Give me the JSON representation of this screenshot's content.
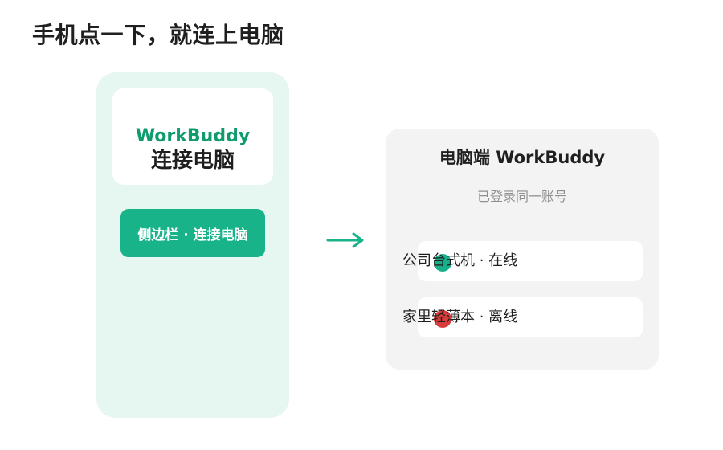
{
  "page": {
    "title": "手机点一下，就连上电脑"
  },
  "phone": {
    "brand": "WorkBuddy",
    "heading": "连接电脑",
    "sidebar_button_label": "侧边栏 · 连接电脑"
  },
  "desktop": {
    "title": "电脑端 WorkBuddy",
    "subtitle": "已登录同一账号",
    "devices": [
      {
        "label": "公司台式机 · 在线",
        "status": "online",
        "status_color": "#18b08a"
      },
      {
        "label": "家里轻薄本 · 离线",
        "status": "offline",
        "status_color": "#d63c3c"
      }
    ]
  },
  "colors": {
    "accent": "#19b38a",
    "brand_text": "#0e9c6e",
    "phone_panel_bg": "#e6f6f0",
    "desktop_panel_bg": "#f3f3f3"
  },
  "icons": {
    "arrow": "arrow-right-icon"
  }
}
